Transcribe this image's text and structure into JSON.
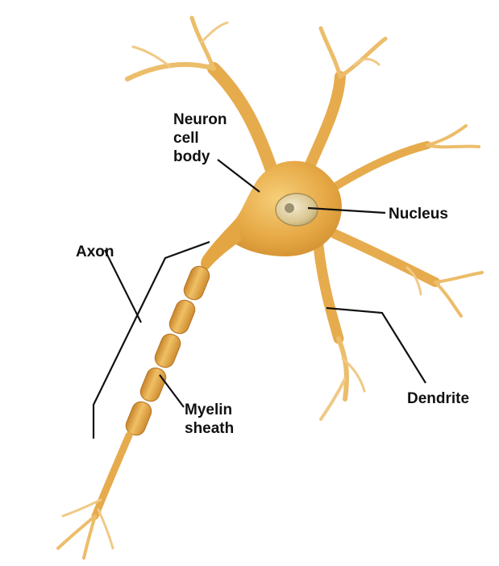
{
  "labels": {
    "neuron_cell_body": [
      "Neuron",
      "cell",
      "body"
    ],
    "nucleus": "Nucleus",
    "axon": "Axon",
    "myelin_sheath": [
      "Myelin",
      "sheath"
    ],
    "dendrite": "Dendrite"
  },
  "colors": {
    "cell_fill": "#e3a33f",
    "cell_light": "#f2c469",
    "cell_shadow": "#c8862a",
    "nucleus_fill": "#e9dcae",
    "nucleolus": "#9c9271",
    "leader_line": "#111111",
    "text": "#111111"
  }
}
